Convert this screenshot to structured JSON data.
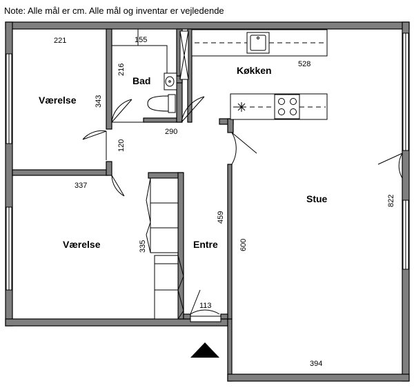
{
  "note": "Note: Alle mål er cm. Alle mål og inventar er vejledende",
  "rooms": {
    "vaerelse_1": "Værelse",
    "vaerelse_2": "Værelse",
    "bad": "Bad",
    "kokken": "Køkken",
    "stue": "Stue",
    "entre": "Entre"
  },
  "dimensions": {
    "vaerelse_1_width": "221",
    "vaerelse_1_depth": "343",
    "bad_width": "155",
    "bad_depth": "216",
    "kokken_width": "528",
    "gang_width": "290",
    "gang_depth": "120",
    "vaerelse_2_width": "337",
    "vaerelse_2_depth": "335",
    "entre_depth": "459",
    "entre_door": "113",
    "stue_depth": "600",
    "stue_length": "822",
    "stue_width": "394"
  },
  "colors": {
    "wall": "#7f7f7f",
    "line": "#000000"
  },
  "icons": [
    "entrance-arrow-icon",
    "sink-icon",
    "toilet-icon",
    "stove-icon",
    "kitchen-sink-icon",
    "fan-icon"
  ]
}
